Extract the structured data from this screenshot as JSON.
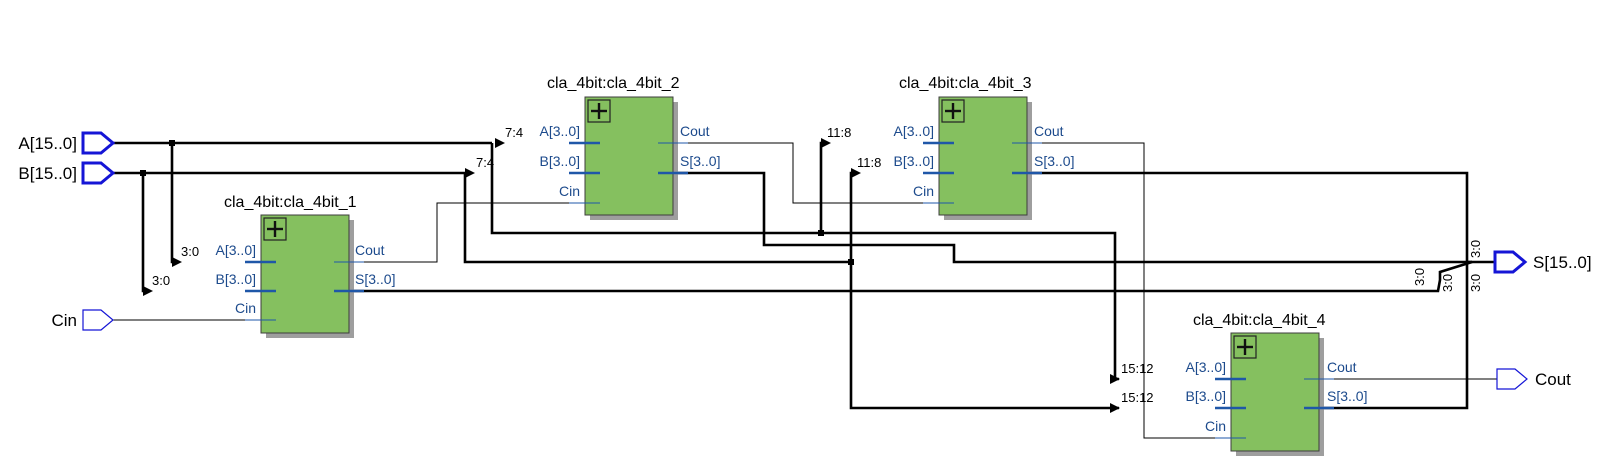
{
  "inputs": {
    "a": "A[15..0]",
    "b": "B[15..0]",
    "cin": "Cin"
  },
  "outputs": {
    "s": "S[15..0]",
    "cout": "Cout"
  },
  "blocks": [
    {
      "title": "cla_4bit:cla_4bit_1",
      "port_a": "A[3..0]",
      "port_b": "B[3..0]",
      "port_cin": "Cin",
      "port_cout": "Cout",
      "port_s": "S[3..0]"
    },
    {
      "title": "cla_4bit:cla_4bit_2",
      "port_a": "A[3..0]",
      "port_b": "B[3..0]",
      "port_cin": "Cin",
      "port_cout": "Cout",
      "port_s": "S[3..0]"
    },
    {
      "title": "cla_4bit:cla_4bit_3",
      "port_a": "A[3..0]",
      "port_b": "B[3..0]",
      "port_cin": "Cin",
      "port_cout": "Cout",
      "port_s": "S[3..0]"
    },
    {
      "title": "cla_4bit:cla_4bit_4",
      "port_a": "A[3..0]",
      "port_b": "B[3..0]",
      "port_cin": "Cin",
      "port_cout": "Cout",
      "port_s": "S[3..0]"
    }
  ],
  "bit_labels": {
    "b1_a": "3:0",
    "b1_b": "3:0",
    "b2_a": "7:4",
    "b2_b": "7:4",
    "b3_a": "11:8",
    "b3_b": "11:8",
    "b4_a": "15:12",
    "b4_b": "15:12",
    "s_b1": "3:0",
    "s_b2": "3:0",
    "s_b3": "3:0"
  },
  "colors": {
    "block_fill": "#85c05f",
    "port_text": "#1c4a8c",
    "io_outline": "#1515d6",
    "wire": "#000000"
  },
  "icons": {
    "block_expand": "plus-box-icon"
  }
}
